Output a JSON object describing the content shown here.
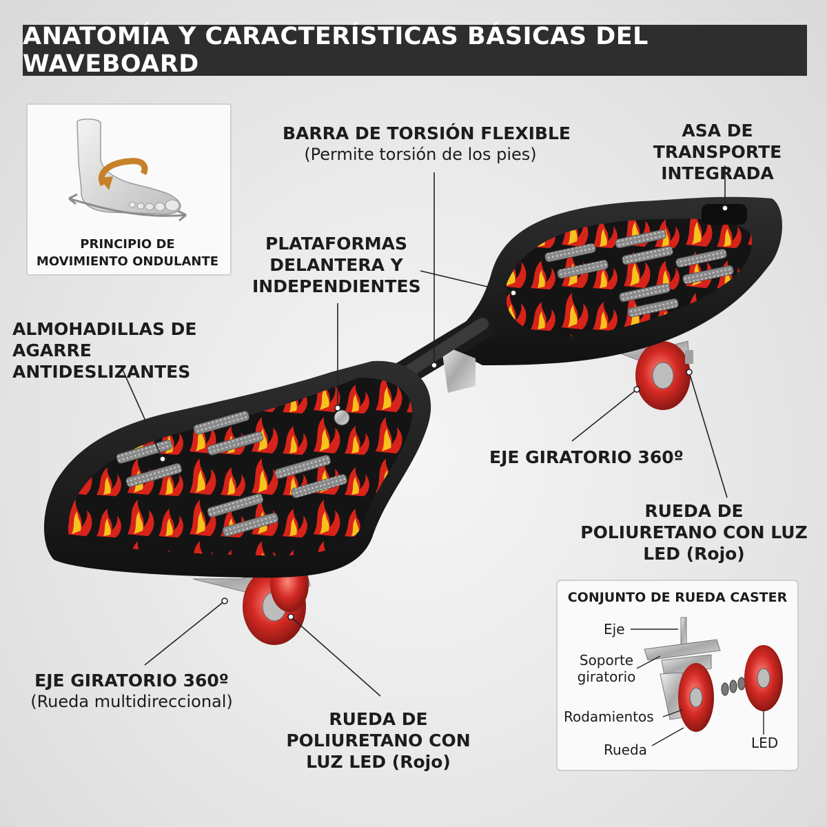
{
  "title": "ANATOMÍA Y CARACTERÍSTICAS BÁSICAS DEL WAVEBOARD",
  "labels": {
    "motion_principle": "PRINCIPIO DE MOVIMIENTO ONDULANTE",
    "torsion_bar": "BARRA DE TORSIÓN FLEXIBLE",
    "torsion_bar_sub": "(Permite torsión de los pies)",
    "handle": "ASA DE TRANSPORTE INTEGRADA",
    "platforms": "PLATAFORMAS DELANTERA Y INDEPENDIENTES",
    "grip_pads": "ALMOHADILLAS DE AGARRE ANTIDESLIZANTES",
    "swivel_right": "EJE GIRATORIO 360º",
    "wheel_right": "RUEDA DE POLIURETANO CON LUZ LED (Rojo)",
    "swivel_left": "EJE GIRATORIO 360º",
    "swivel_left_sub": "(Rueda multidireccional)",
    "wheel_left": "RUEDA DE POLIURETANO CON LUZ LED (Rojo)"
  },
  "caster_assembly": {
    "title": "CONJUNTO DE RUEDA CASTER",
    "parts": {
      "axle": "Eje",
      "swivel_support": "Soporte giratorio",
      "bearings": "Rodamientos",
      "wheel": "Rueda",
      "led": "LED"
    }
  },
  "colors": {
    "title_bar": "#2e2e2e",
    "deck": "#1e1e1e",
    "flame_red": "#d8231a",
    "flame_yellow": "#f6c21c",
    "wheel": "#d42a24"
  }
}
